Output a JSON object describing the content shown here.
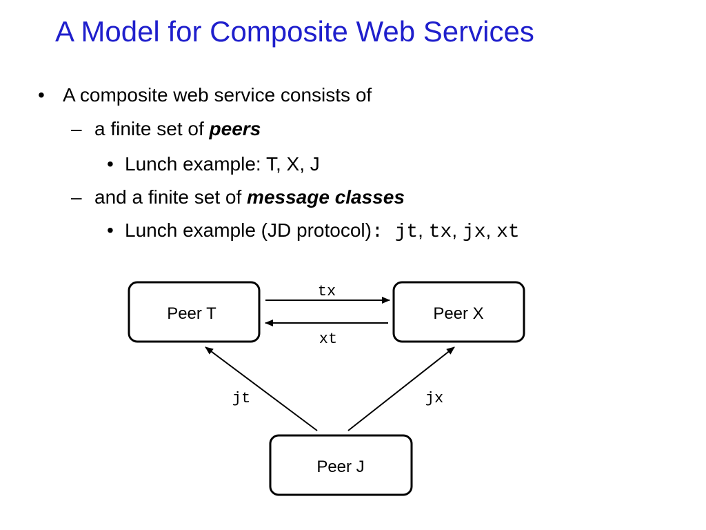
{
  "slide": {
    "title": "A Model for Composite Web Services",
    "bullets": {
      "l1": {
        "marker": "•",
        "text": "A composite web service consists of"
      },
      "l2": {
        "marker": "–",
        "text": "a finite set of ",
        "emph": "peers"
      },
      "l3": {
        "marker": "•",
        "text": "Lunch example: T, X, J"
      },
      "l4": {
        "marker": "–",
        "text": "and a finite set of ",
        "emph": "message classes"
      },
      "l5": {
        "marker": "•",
        "text": "Lunch example (JD protocol)",
        "colon": ": ",
        "codes": [
          "jt",
          "tx",
          "jx",
          "xt"
        ],
        "sep": ", "
      }
    }
  },
  "diagram": {
    "peers": {
      "t": "Peer T",
      "x": "Peer X",
      "j": "Peer J"
    },
    "messages": {
      "tx": "tx",
      "xt": "xt",
      "jt": "jt",
      "jx": "jx"
    },
    "stroke_color": "#000000"
  }
}
